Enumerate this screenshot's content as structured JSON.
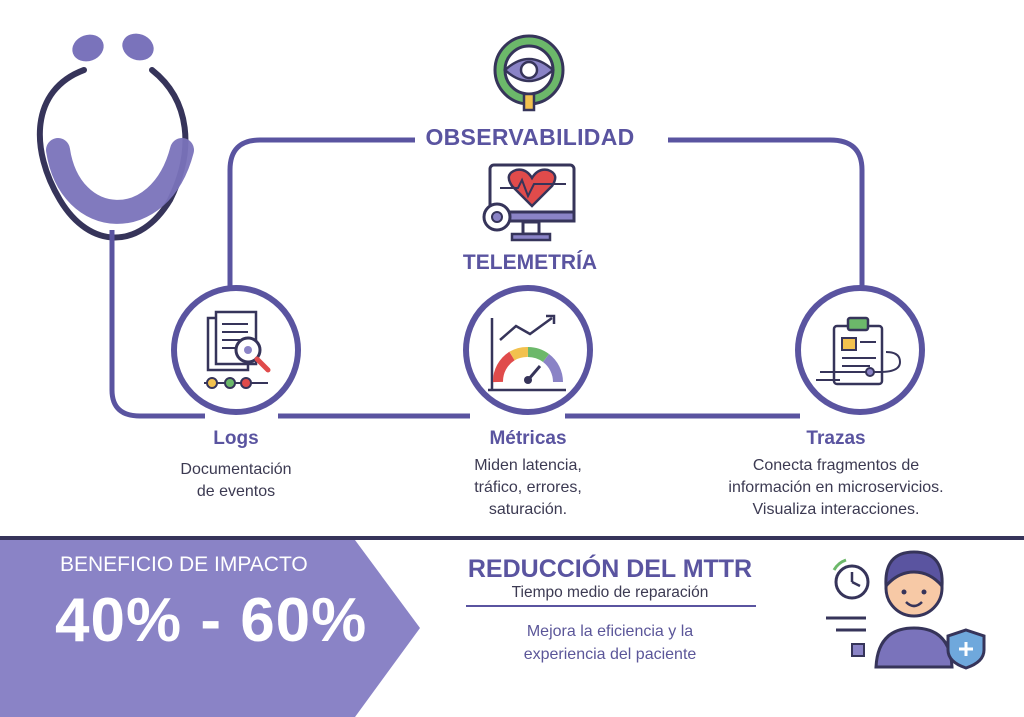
{
  "header": {
    "observability_title": "OBSERVABILIDAD",
    "telemetry_title": "TELEMETRÍA"
  },
  "nodes": [
    {
      "title": "Logs",
      "desc_lines": [
        "Documentación",
        "de eventos"
      ],
      "icon": "document-magnifier-icon"
    },
    {
      "title": "Métricas",
      "desc_lines": [
        "Miden latencia,",
        "tráfico, errores,",
        "saturación."
      ],
      "icon": "gauge-chart-icon"
    },
    {
      "title": "Trazas",
      "desc_lines": [
        "Conecta fragmentos de",
        "información en microservicios.",
        "Visualiza interacciones."
      ],
      "icon": "clipboard-trace-icon"
    }
  ],
  "impact": {
    "title_main": "BENEFICIO DE IMPAC",
    "title_tail": "TO",
    "value": "40% - 60%"
  },
  "mttr": {
    "title": "REDUCCIÓN DEL MTTR",
    "subtitle": "Tiempo medio de reparación",
    "desc_lines": [
      "Mejora la eficiencia y la",
      "experiencia del paciente"
    ]
  },
  "colors": {
    "primary": "#5a54a0",
    "light": "#8a83c6",
    "dark": "#36345a",
    "heart_red": "#e04b4b",
    "gauge_green": "#6cb86a",
    "gauge_yellow": "#f2c14e",
    "shield_blue": "#6fa8dc"
  }
}
